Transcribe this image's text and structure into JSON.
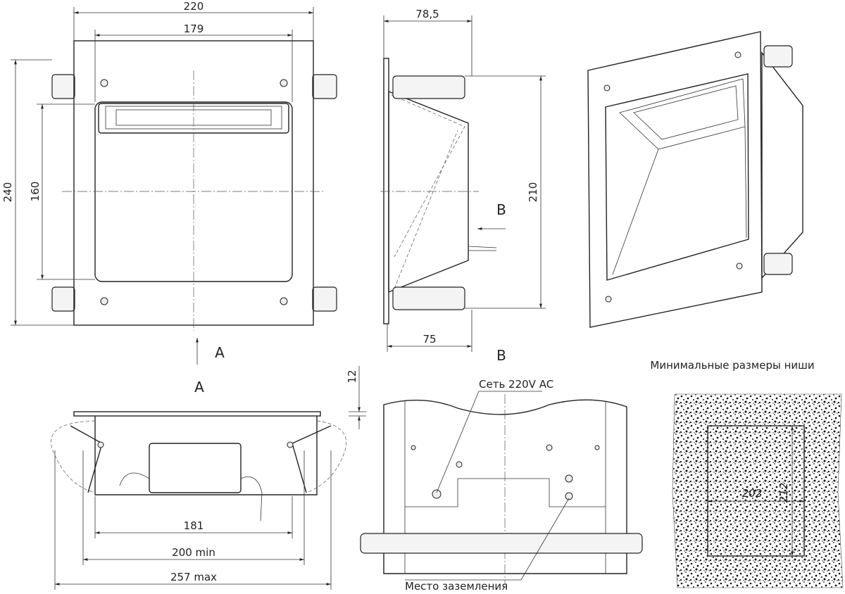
{
  "front_view": {
    "width_dim": "220",
    "inner_width_dim": "179",
    "height_dim": "240",
    "inner_height_dim": "160",
    "view_arrow_label": "A"
  },
  "side_view": {
    "depth_dim": "78,5",
    "height_dim": "210",
    "body_depth_dim": "75",
    "view_arrow_label": "B",
    "view_label": "B"
  },
  "bottom_view": {
    "title": "A",
    "plate_thickness_dim": "12",
    "body_width_dim": "181",
    "min_width_dim": "200 min",
    "max_width_dim": "257 max"
  },
  "back_view": {
    "power_label": "Сеть 220V AC",
    "ground_label": "Место заземления"
  },
  "niche": {
    "title": "Минимальные размеры ниши",
    "height_dim": "212",
    "width_dim": "202"
  }
}
